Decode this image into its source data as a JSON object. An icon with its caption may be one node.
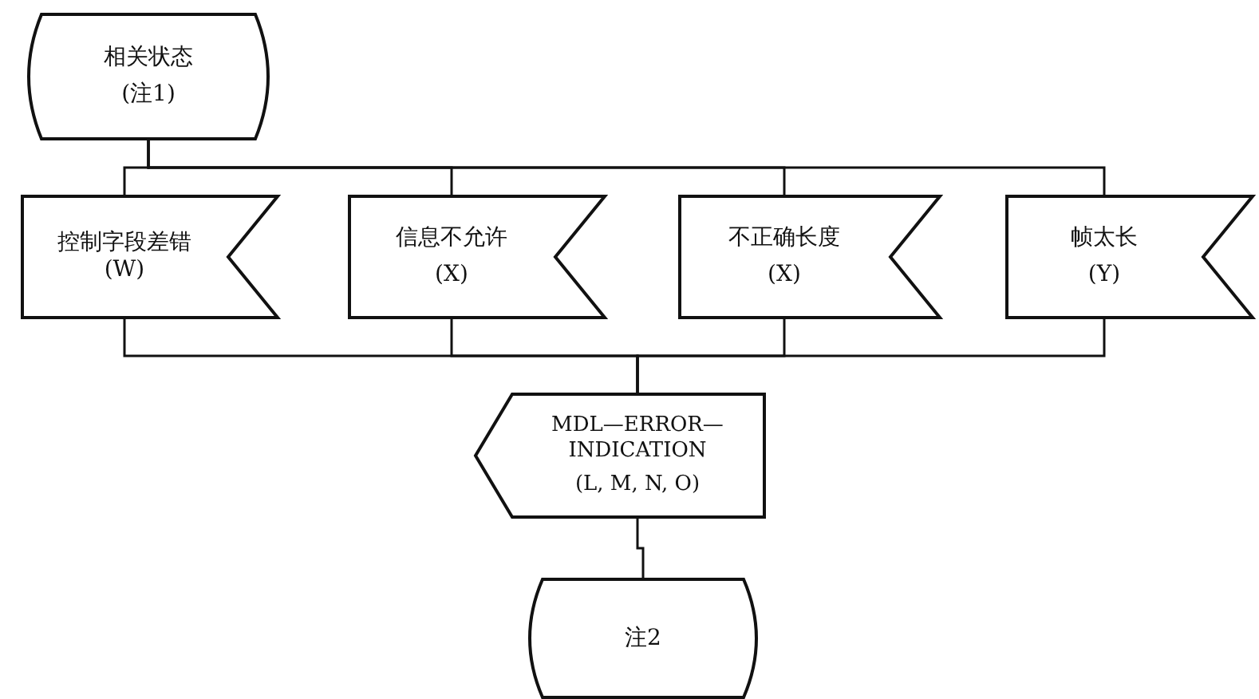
{
  "diagram": {
    "nodes": [
      {
        "text": [
          "相关状态",
          "(注1)"
        ]
      },
      {
        "text": [
          "控制字段差错(W)"
        ]
      },
      {
        "text": [
          "信息不允许",
          "(X)"
        ]
      },
      {
        "text": [
          "不正确长度",
          "(X)"
        ]
      },
      {
        "text": [
          "帧太长",
          "(Y)"
        ]
      },
      {
        "text": [
          "MDL—ERROR—INDICATION",
          "(L, M, N, O)"
        ]
      },
      {
        "text": [
          "注2"
        ]
      }
    ],
    "edges": [
      {
        "from": 0,
        "to": 1,
        "arrow": "none"
      },
      {
        "from": 0,
        "to": 2,
        "arrow": "none"
      },
      {
        "from": 0,
        "to": 3,
        "arrow": "none"
      },
      {
        "from": 0,
        "to": 4,
        "arrow": "none"
      },
      {
        "from": 1,
        "to": 5,
        "arrow": "none"
      },
      {
        "from": 2,
        "to": 5,
        "arrow": "none"
      },
      {
        "from": 3,
        "to": 5,
        "arrow": "none"
      },
      {
        "from": 4,
        "to": 5,
        "arrow": "none"
      },
      {
        "from": 5,
        "to": 6,
        "arrow": "none"
      }
    ]
  }
}
